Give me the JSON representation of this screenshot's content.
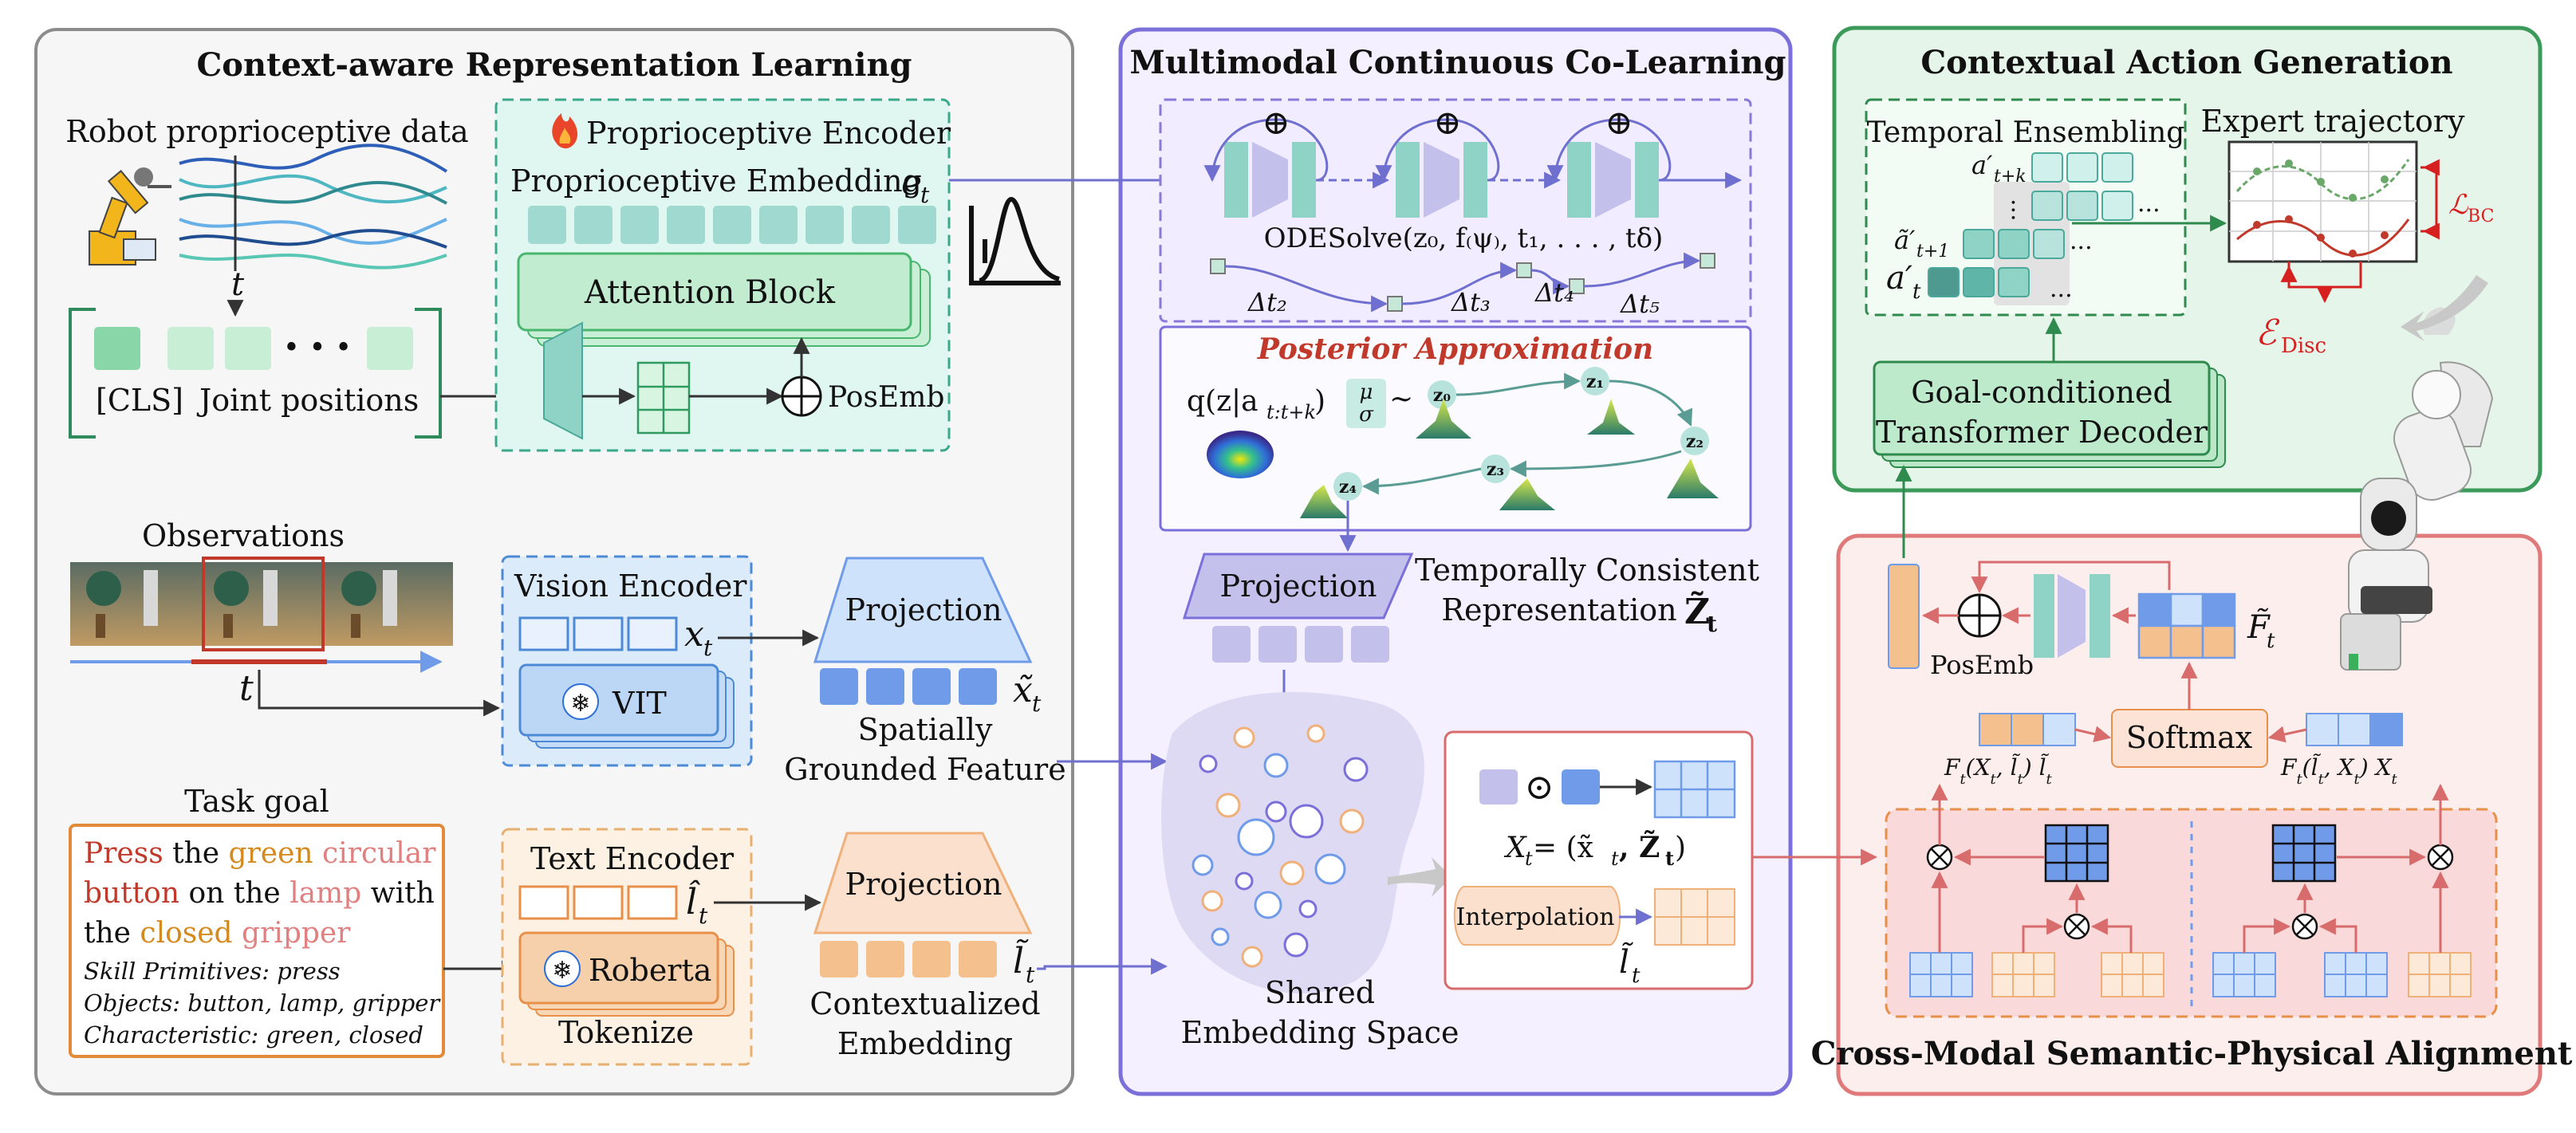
{
  "sections": {
    "context": {
      "title": "Context-aware Representation Learning"
    },
    "colearn": {
      "title": "Multimodal Continuous Co-Learning"
    },
    "action": {
      "title": "Contextual Action Generation"
    },
    "align": {
      "title": "Cross-Modal Semantic-Physical Alignment"
    }
  },
  "proprio": {
    "data_label": "Robot proprioceptive data",
    "t_label": "t",
    "cls_label": "[CLS]",
    "joint_label": "Joint positions",
    "dots": "•  •  •",
    "encoder_title": "Proprioceptive Encoder",
    "embedding_label": "Proprioceptive Embedding",
    "embedding_symbol": "e",
    "embedding_sub": "t",
    "attention_label": "Attention Block",
    "posemb_label": "PosEmb"
  },
  "vision": {
    "observations_label": "Observations",
    "t_label": "t",
    "encoder_title": "Vision Encoder",
    "x_symbol": "x",
    "x_sub": "t",
    "vit_label": "VIT",
    "projection_label": "Projection",
    "xtilde_symbol": "x̃",
    "xtilde_sub": "t",
    "feature_line1": "Spatially",
    "feature_line2": "Grounded Feature"
  },
  "task": {
    "title": "Task goal",
    "line1": [
      {
        "text": "Press",
        "color": "#c0392b"
      },
      {
        "text": " the ",
        "color": "#111111"
      },
      {
        "text": "green",
        "color": "#d48a1f"
      },
      {
        "text": " ",
        "color": "#111111"
      },
      {
        "text": "circular",
        "color": "#e08080"
      }
    ],
    "line2": [
      {
        "text": "button",
        "color": "#c0392b"
      },
      {
        "text": " on the ",
        "color": "#111111"
      },
      {
        "text": "lamp",
        "color": "#e08080"
      },
      {
        "text": " with",
        "color": "#111111"
      }
    ],
    "line3": [
      {
        "text": "the ",
        "color": "#111111"
      },
      {
        "text": "closed",
        "color": "#d48a1f"
      },
      {
        "text": " ",
        "color": "#111111"
      },
      {
        "text": "gripper",
        "color": "#e08080"
      }
    ],
    "skill": "Skill Primitives: press",
    "objects": "Objects: button, lamp, gripper",
    "characteristic": "Characteristic: green, closed"
  },
  "text": {
    "encoder_title": "Text Encoder",
    "l_symbol": "l̂",
    "l_sub": "t",
    "roberta_label": "Roberta",
    "tokenize_label": "Tokenize",
    "projection_label": "Projection",
    "ltilde_symbol": "l̃",
    "ltilde_sub": "t",
    "embedding_line1": "Contextualized",
    "embedding_line2": "Embedding"
  },
  "ode": {
    "oplus": "⊕",
    "solve_label": "ODESolve(z₀, f₍ψ₎, t₁, . . . , tδ)",
    "dt2": "Δt₂",
    "dt3": "Δt₃",
    "dt4": "Δt₄",
    "dt5": "Δt₅"
  },
  "posterior": {
    "title": "Posterior Approximation",
    "q_label": "q(z|a",
    "q_sub": "t:t+k",
    "q_close": ")",
    "mu": "μ",
    "sigma": "σ",
    "tilde": "∼",
    "z0": "z₀",
    "z1": "z₁",
    "z2": "z₂",
    "z3": "z₃",
    "z4": "z₄"
  },
  "shared": {
    "projection_label": "Projection",
    "temporal_line1": "Temporally Consistent",
    "temporal_line2": "Representation",
    "z_symbol": "Z̃",
    "z_sub": "t",
    "space_line1": "Shared",
    "space_line2": "Embedding Space",
    "odot": "⊙",
    "x_eq": "X",
    "x_eq_sub": "t",
    "x_eq_rest": " = (x̃",
    "x_eq_rest_sub": "t",
    "x_eq_end": ", Z̃",
    "x_eq_end_sub": "t",
    "x_eq_close": ")",
    "interp_label": "Interpolation",
    "ltilde_symbol": "l̃",
    "ltilde_sub": "t"
  },
  "action": {
    "ensemble_title": "Temporal Ensembling",
    "a_tk": "a′",
    "a_tk_sub": "t+k",
    "a_t1": "ã′",
    "a_t1_sub": "t+1",
    "a_t": "a′",
    "a_t_sub": "t",
    "ellipsis": "...",
    "expert_title": "Expert trajectory",
    "l_bc": "ℒ",
    "l_bc_sub": "BC",
    "e_disc": "ℰ",
    "e_disc_sub": "Disc",
    "decoder_line1": "Goal-conditioned",
    "decoder_line2": "Transformer Decoder"
  },
  "align": {
    "posemb_label": "PosEmb",
    "oplus": "⊕",
    "ftilde": "F̃",
    "ftilde_sub": "t",
    "softmax_label": "Softmax",
    "f_left": "F",
    "f_left_sub": "t",
    "f_left_args": "(X",
    "f_left_args_sub": "t",
    "f_left_args_rest": ", l̃",
    "f_left_args_rest_sub": "t",
    "f_left_close": ") l̃",
    "f_left_close_sub": "t",
    "f_right": "F",
    "f_right_sub": "t",
    "f_right_args": "(l̃",
    "f_right_args_sub": "t",
    "f_right_args_rest": ", X",
    "f_right_args_rest_sub": "t",
    "f_right_close": ") X",
    "f_right_close_sub": "t",
    "otimes": "⊗"
  },
  "colors": {
    "context_border": "#8c8c8c",
    "colearn_border": "#7b6fd9",
    "colearn_fill": "#f4f0ff",
    "action_border": "#3b9a5a",
    "action_fill": "#e6f5ea",
    "align_border": "#e07a7a",
    "align_fill": "#fdeeee",
    "teal": "#8fd3c7",
    "teal_fill": "#d5f1ec",
    "blue": "#6f9be8",
    "orange": "#f4c08d",
    "purple": "#b9b0ef"
  }
}
